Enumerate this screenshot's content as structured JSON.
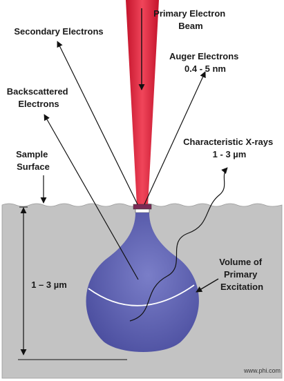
{
  "labels": {
    "primary_beam": [
      "Primary Electron",
      "Beam"
    ],
    "secondary": [
      "Secondary Electrons"
    ],
    "auger": [
      "Auger Electrons",
      "0.4 - 5 nm"
    ],
    "backscattered": [
      "Backscattered",
      "Electrons"
    ],
    "xrays": [
      "Characteristic X-rays",
      "1 - 3 µm"
    ],
    "surface": [
      "Sample",
      "Surface"
    ],
    "volume": [
      "Volume of",
      "Primary",
      "Excitation"
    ],
    "depth": [
      "1 – 3 µm"
    ]
  },
  "credit": "www.phi.com",
  "colors": {
    "beam": "#e0243a",
    "sample": "#c3c3c3",
    "volume": "#5b5fb0",
    "background": "#ffffff"
  }
}
